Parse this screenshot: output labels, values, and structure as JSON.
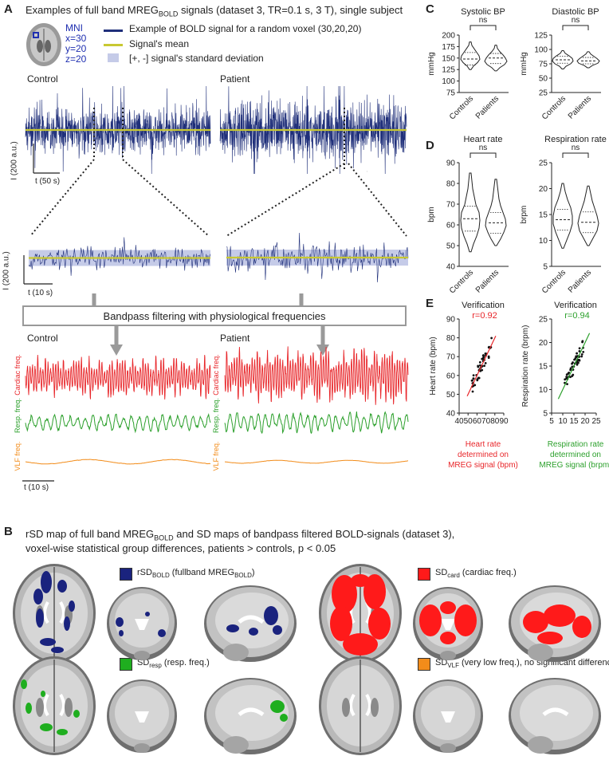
{
  "panelA": {
    "letter": "A",
    "title_pre": "Examples of full band MREG",
    "title_sub": "BOLD",
    "title_post": " signals (dataset 3, TR=0.1 s, 3 T), single subject",
    "mni": [
      "MNI",
      "x=30",
      "y=20",
      "z=20"
    ],
    "legend": {
      "signal": "Example of BOLD signal for a random voxel (30,20,20)",
      "mean": "Signal's mean",
      "sd": "[+, -] signal's standard deviation"
    },
    "control_label": "Control",
    "patient_label": "Patient",
    "scale_y1": "I (200 a.u.)",
    "scale_x1": "t (50 s)",
    "scale_y2": "I (200 a.u.)",
    "scale_x2": "t (10 s)",
    "filter_box": "Bandpass filtering with physiological frequencies",
    "control_label2": "Control",
    "patient_label2": "Patient",
    "cardiac": "Cardiac freq.",
    "resp": "Resp. freq.",
    "vlf": "VLF freq.",
    "scale_x3": "t (10 s)"
  },
  "panelC": {
    "letter": "C",
    "systolic": {
      "title": "Systolic BP",
      "ylabel": "mmHg",
      "ticks": [
        "200",
        "175",
        "150",
        "125",
        "100",
        "75"
      ],
      "sig": "ns"
    },
    "diastolic": {
      "title": "Diastolic BP",
      "ylabel": "mmHg",
      "ticks": [
        "125",
        "100",
        "75",
        "50",
        "25"
      ],
      "sig": "ns"
    },
    "groups": [
      "Controls",
      "Patients"
    ]
  },
  "panelD": {
    "letter": "D",
    "heart": {
      "title": "Heart rate",
      "ylabel": "bpm",
      "ticks": [
        "90",
        "80",
        "70",
        "60",
        "50",
        "40"
      ],
      "sig": "ns"
    },
    "resp": {
      "title": "Respiration rate",
      "ylabel": "brpm",
      "ticks": [
        "25",
        "20",
        "15",
        "10",
        "5"
      ],
      "sig": "ns"
    },
    "groups": [
      "Controls",
      "Patients"
    ]
  },
  "panelE": {
    "letter": "E",
    "hr": {
      "title": "Verification",
      "r": "r=0.92",
      "ylabel": "Heart rate (bpm)",
      "yticks": [
        "90",
        "80",
        "70",
        "60",
        "50",
        "40"
      ],
      "xticks": [
        "40",
        "50",
        "60",
        "70",
        "80",
        "90"
      ],
      "xlabel1": "Heart rate",
      "xlabel2": "determined on",
      "xlabel3": "MREG signal (bpm)"
    },
    "rr": {
      "title": "Verification",
      "r": "r=0.94",
      "ylabel": "Respiration rate (brpm)",
      "yticks": [
        "25",
        "20",
        "15",
        "10",
        "5"
      ],
      "xticks": [
        "5",
        "10",
        "15",
        "20",
        "25"
      ],
      "xlabel1": "Respiration rate",
      "xlabel2": "determined on",
      "xlabel3": "MREG signal (brpm)"
    }
  },
  "panelB": {
    "letter": "B",
    "title1_pre": "rSD map of full band MREG",
    "title1_sub": "BOLD",
    "title1_post": " and SD maps of bandpass filtered BOLD-signals (dataset 3),",
    "title2": "voxel-wise statistical group differences, patients > controls, p < 0.05",
    "leg1_pre": "rSD",
    "leg1_sub": "BOLD",
    "leg1_post": " (fullband MREG",
    "leg1_sub2": "BOLD",
    "leg1_end": ")",
    "leg2_pre": "SD",
    "leg2_sub": "card",
    "leg2_post": " (cardiac freq.)",
    "leg3_pre": "SD",
    "leg3_sub": "resp",
    "leg3_post": " (resp. freq.)",
    "leg4_pre": "SD",
    "leg4_sub": "VLF",
    "leg4_post": " (very low freq.), no significant differences"
  },
  "colors": {
    "bold": "#1f2f7a",
    "mean": "#c8c832",
    "sdband": "#c5cbe8",
    "cardiac": "#e8262a",
    "resp": "#2ca02c",
    "vlf": "#f28c1a",
    "map_bold": "#1a237e",
    "map_card": "#ff1a1a",
    "map_resp": "#1fae1f",
    "map_vlf": "#f28c1a"
  }
}
